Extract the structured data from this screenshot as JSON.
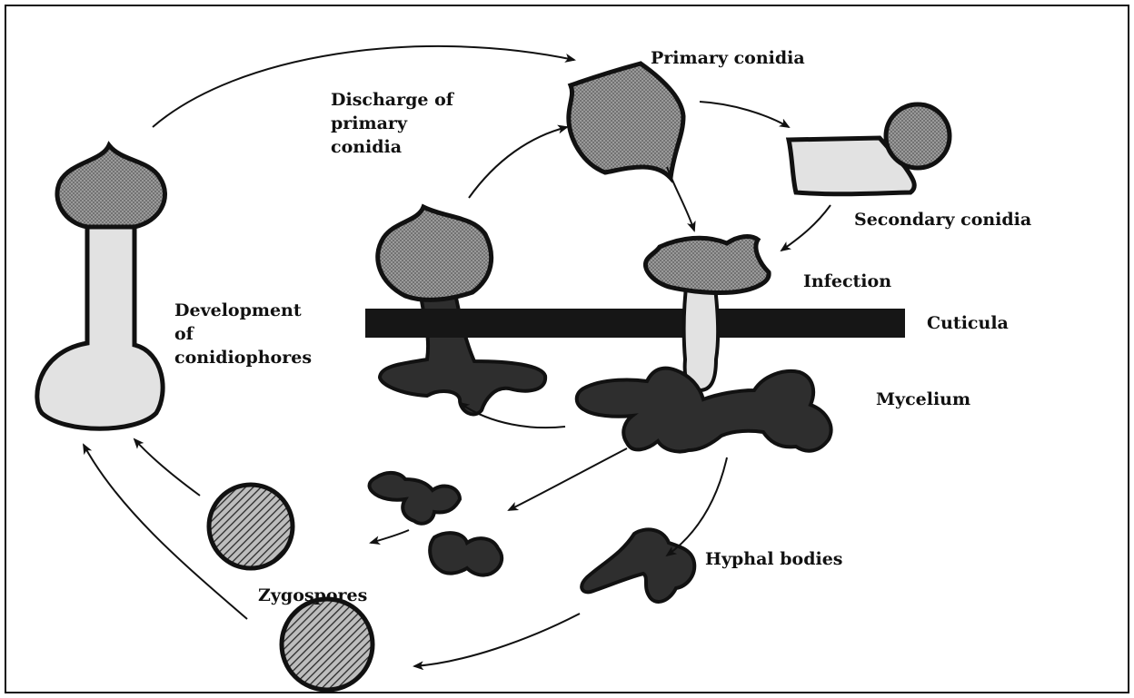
{
  "diagram": {
    "labels": {
      "primary_conidia": "Primary conidia",
      "discharge_line1": "Discharge of",
      "discharge_line2": "primary",
      "discharge_line3": "conidia",
      "secondary_conidia": "Secondary conidia",
      "infection": "Infection",
      "cuticula": "Cuticula",
      "development_line1": "Development",
      "development_line2": "of",
      "development_line3": "conidiophores",
      "mycelium": "Mycelium",
      "hyphal_bodies": "Hyphal bodies",
      "zygospores": "Zygospores"
    },
    "colors": {
      "outline": "#111111",
      "dark_fill": "#2e2e2e",
      "gray_fill": "#8f8f8f",
      "light_fill": "#e2e2e2",
      "cuticula": "#161616"
    }
  }
}
